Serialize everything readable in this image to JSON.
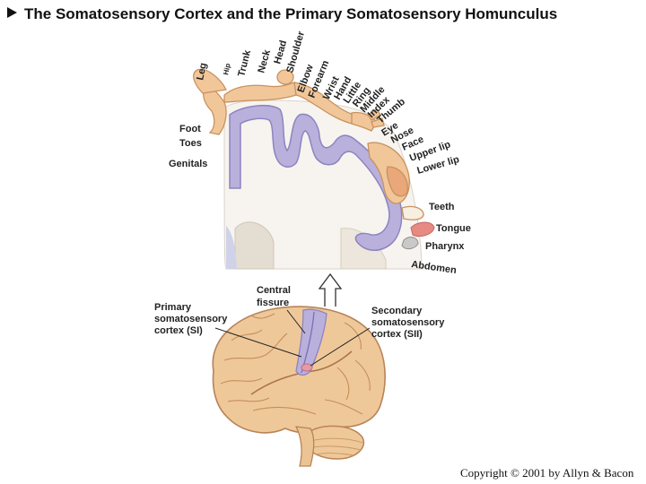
{
  "title": "The Somatosensory Cortex and the Primary Somatosensory Homunculus",
  "homunculus_labels": {
    "leg": "Leg",
    "hip": "Hip",
    "trunk": "Trunk",
    "neck": "Neck",
    "head": "Head",
    "shoulder": "Shoulder",
    "elbow": "Elbow",
    "forearm": "Forearm",
    "wrist": "Wrist",
    "hand": "Hand",
    "little": "Little",
    "ring": "Ring",
    "middle": "Middle",
    "index": "Index",
    "thumb": "Thumb",
    "eye": "Eye",
    "nose": "Nose",
    "face": "Face",
    "upper_lip": "Upper lip",
    "lower_lip": "Lower lip",
    "teeth": "Teeth",
    "tongue": "Tongue",
    "pharynx": "Pharynx",
    "abdomen": "Abdomen",
    "foot": "Foot",
    "toes": "Toes",
    "genitals": "Genitals"
  },
  "brain_labels": {
    "central_fissure": [
      "Central",
      "fissure"
    ],
    "primary": [
      "Primary",
      "somatosensory",
      "cortex (SI)"
    ],
    "secondary": [
      "Secondary",
      "somatosensory",
      "cortex (SII)"
    ]
  },
  "copyright": "Copyright © 2001 by Allyn & Bacon",
  "colors": {
    "cortex": "#b9b0dc",
    "cortex_edge": "#8d84c0",
    "skin": "#f1c79a",
    "skin_edge": "#c9925e",
    "brain": "#efc89a",
    "brain_edge": "#b88356",
    "section": "#f6f3ee",
    "tongue": "#e88a84"
  }
}
